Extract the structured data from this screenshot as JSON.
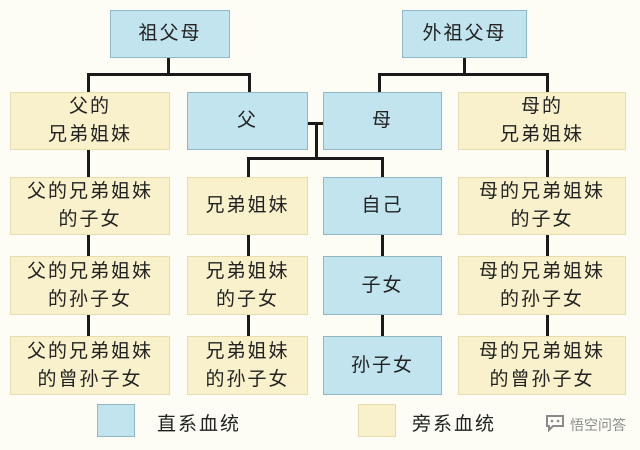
{
  "nodes": {
    "grandparents_paternal": "祖父母",
    "grandparents_maternal": "外祖父母",
    "father": "父",
    "mother": "母",
    "self": "自己",
    "children": "子女",
    "grandchildren": "孙子女",
    "siblings": "兄弟姐妹",
    "siblings_children": "兄弟姐妹\n的子女",
    "siblings_grandchildren": "兄弟姐妹\n的孙子女",
    "father_siblings": "父的\n兄弟姐妹",
    "father_siblings_children": "父的兄弟姐妹\n的子女",
    "father_siblings_grandchildren": "父的兄弟姐妹\n的孙子女",
    "father_siblings_great_grandchildren": "父的兄弟姐妹\n的曾孙子女",
    "mother_siblings": "母的\n兄弟姐妹",
    "mother_siblings_children": "母的兄弟姐妹\n的子女",
    "mother_siblings_grandchildren": "母的兄弟姐妹\n的孙子女",
    "mother_siblings_great_grandchildren": "母的兄弟姐妹\n的曾孙子女"
  },
  "legend": {
    "direct": "直系血统",
    "collateral": "旁系血统"
  },
  "watermark": "悟空问答",
  "colors": {
    "direct": "#c2e4ef",
    "collateral": "#f9f1cc",
    "line": "#1a1a1a"
  }
}
